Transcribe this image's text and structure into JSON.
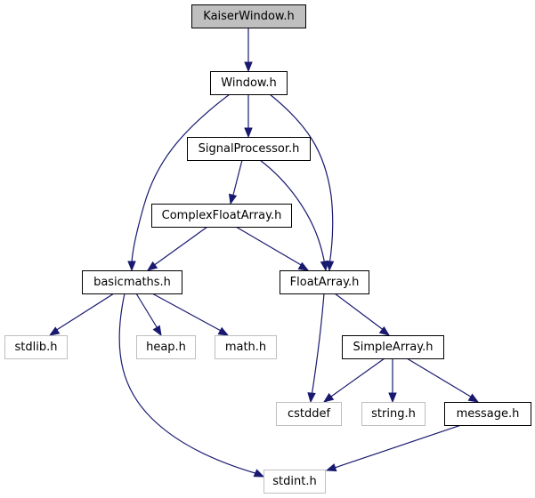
{
  "diagram": {
    "colors": {
      "edge": "#191970",
      "root_fill": "#bfbfbf",
      "root_stroke": "#000000",
      "node_fill": "#ffffff",
      "node_stroke": "#000000",
      "external_stroke": "#bfbfbf",
      "external_text": "#000000"
    },
    "nodes": [
      {
        "id": "kaiserwindow",
        "label": "KaiserWindow.h",
        "kind": "root"
      },
      {
        "id": "window",
        "label": "Window.h",
        "kind": "internal"
      },
      {
        "id": "signalprocessor",
        "label": "SignalProcessor.h",
        "kind": "internal"
      },
      {
        "id": "complexfloatarray",
        "label": "ComplexFloatArray.h",
        "kind": "internal"
      },
      {
        "id": "basicmaths",
        "label": "basicmaths.h",
        "kind": "internal"
      },
      {
        "id": "floatarray",
        "label": "FloatArray.h",
        "kind": "internal"
      },
      {
        "id": "stdlib",
        "label": "stdlib.h",
        "kind": "external"
      },
      {
        "id": "heap",
        "label": "heap.h",
        "kind": "external"
      },
      {
        "id": "math",
        "label": "math.h",
        "kind": "external"
      },
      {
        "id": "simplearray",
        "label": "SimpleArray.h",
        "kind": "internal"
      },
      {
        "id": "cstddef",
        "label": "cstddef",
        "kind": "external"
      },
      {
        "id": "string",
        "label": "string.h",
        "kind": "external"
      },
      {
        "id": "message",
        "label": "message.h",
        "kind": "internal"
      },
      {
        "id": "stdint",
        "label": "stdint.h",
        "kind": "external"
      }
    ],
    "edges": [
      {
        "from": "kaiserwindow",
        "to": "window"
      },
      {
        "from": "window",
        "to": "signalprocessor"
      },
      {
        "from": "window",
        "to": "basicmaths"
      },
      {
        "from": "window",
        "to": "floatarray"
      },
      {
        "from": "signalprocessor",
        "to": "complexfloatarray"
      },
      {
        "from": "signalprocessor",
        "to": "floatarray"
      },
      {
        "from": "complexfloatarray",
        "to": "basicmaths"
      },
      {
        "from": "complexfloatarray",
        "to": "floatarray"
      },
      {
        "from": "basicmaths",
        "to": "stdlib"
      },
      {
        "from": "basicmaths",
        "to": "heap"
      },
      {
        "from": "basicmaths",
        "to": "math"
      },
      {
        "from": "basicmaths",
        "to": "stdint"
      },
      {
        "from": "floatarray",
        "to": "simplearray"
      },
      {
        "from": "floatarray",
        "to": "cstddef"
      },
      {
        "from": "simplearray",
        "to": "cstddef"
      },
      {
        "from": "simplearray",
        "to": "string"
      },
      {
        "from": "simplearray",
        "to": "message"
      },
      {
        "from": "message",
        "to": "stdint"
      }
    ]
  }
}
